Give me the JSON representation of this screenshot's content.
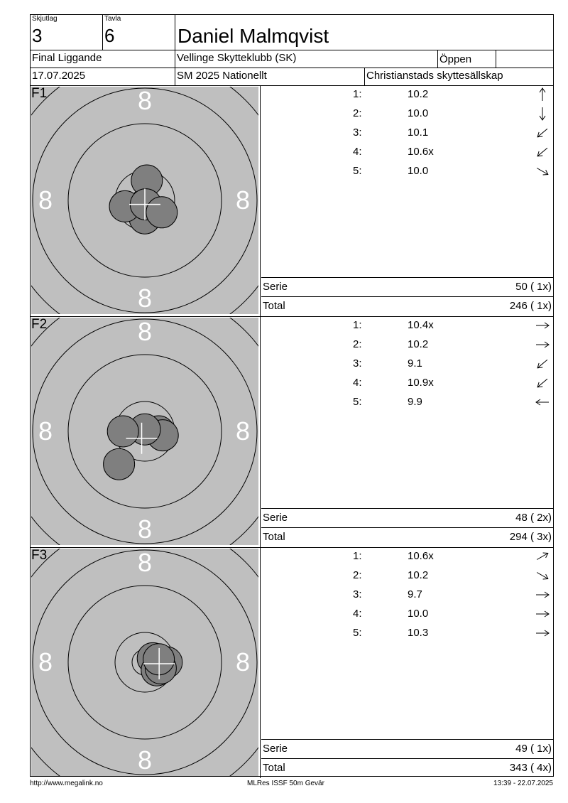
{
  "header": {
    "skjutlag_label": "Skjutlag",
    "skjutlag_value": "3",
    "tavla_label": "Tavla",
    "tavla_value": "6",
    "shooter_name": "Daniel Malmqvist",
    "event": "Final Liggande",
    "club": "Vellinge Skytteklubb (SK)",
    "class": "Öppen",
    "class_extra": "",
    "date": "17.07.2025",
    "competition": "SM 2025 Nationellt",
    "organizer": "Christianstads skyttesällskap"
  },
  "ring_number": "8",
  "series": [
    {
      "label": "F1",
      "shots": [
        {
          "no": "1:",
          "value": "10.2",
          "direction": "up",
          "x": 0.2,
          "y": 2.0
        },
        {
          "no": "2:",
          "value": "10.0",
          "direction": "down",
          "x": 0.0,
          "y": -1.8
        },
        {
          "no": "3:",
          "value": "10.1",
          "direction": "down-left",
          "x": -2.0,
          "y": -0.6
        },
        {
          "no": "4:",
          "value": "10.6x",
          "direction": "down-left",
          "x": 0.1,
          "y": -0.4
        },
        {
          "no": "5:",
          "value": "10.0",
          "direction": "down-right",
          "x": 1.7,
          "y": -1.2
        }
      ],
      "serie_label": "Serie",
      "serie_value": "50 ( 1x)",
      "total_label": "Total",
      "total_value": "246 ( 1x)"
    },
    {
      "label": "F2",
      "shots": [
        {
          "no": "1:",
          "value": "10.4x",
          "direction": "right",
          "x": 1.4,
          "y": 0.0
        },
        {
          "no": "2:",
          "value": "10.2",
          "direction": "right",
          "x": 1.8,
          "y": -0.4
        },
        {
          "no": "3:",
          "value": "9.1",
          "direction": "down-left",
          "x": -2.6,
          "y": -3.3
        },
        {
          "no": "4:",
          "value": "10.9x",
          "direction": "down-left",
          "x": 0.0,
          "y": 0.2
        },
        {
          "no": "5:",
          "value": "9.9",
          "direction": "left",
          "x": -2.2,
          "y": 0.0
        }
      ],
      "serie_label": "Serie",
      "serie_value": "48 ( 2x)",
      "total_label": "Total",
      "total_value": "294 ( 3x)"
    },
    {
      "label": "F3",
      "shots": [
        {
          "no": "1:",
          "value": "10.6x",
          "direction": "up-right",
          "x": 0.8,
          "y": 0.4
        },
        {
          "no": "2:",
          "value": "10.2",
          "direction": "down-right",
          "x": 2.2,
          "y": 0.0
        },
        {
          "no": "3:",
          "value": "9.7",
          "direction": "right",
          "x": 1.2,
          "y": -0.8
        },
        {
          "no": "4:",
          "value": "10.0",
          "direction": "right",
          "x": 1.6,
          "y": -0.6
        },
        {
          "no": "5:",
          "value": "10.3",
          "direction": "right",
          "x": 1.4,
          "y": 0.3
        }
      ],
      "serie_label": "Serie",
      "serie_value": "49 ( 1x)",
      "total_label": "Total",
      "total_value": "343 ( 4x)"
    }
  ],
  "footer": {
    "left": "http://www.megalink.no",
    "center": "MLRes ISSF 50m Gevär",
    "right": "13:39 - 22.07.2025"
  },
  "colors": {
    "target_background": "#bfbfbf",
    "shot_fill": "#7f7f7f",
    "ring_line": "#000000",
    "ring_number": "#ffffff"
  }
}
